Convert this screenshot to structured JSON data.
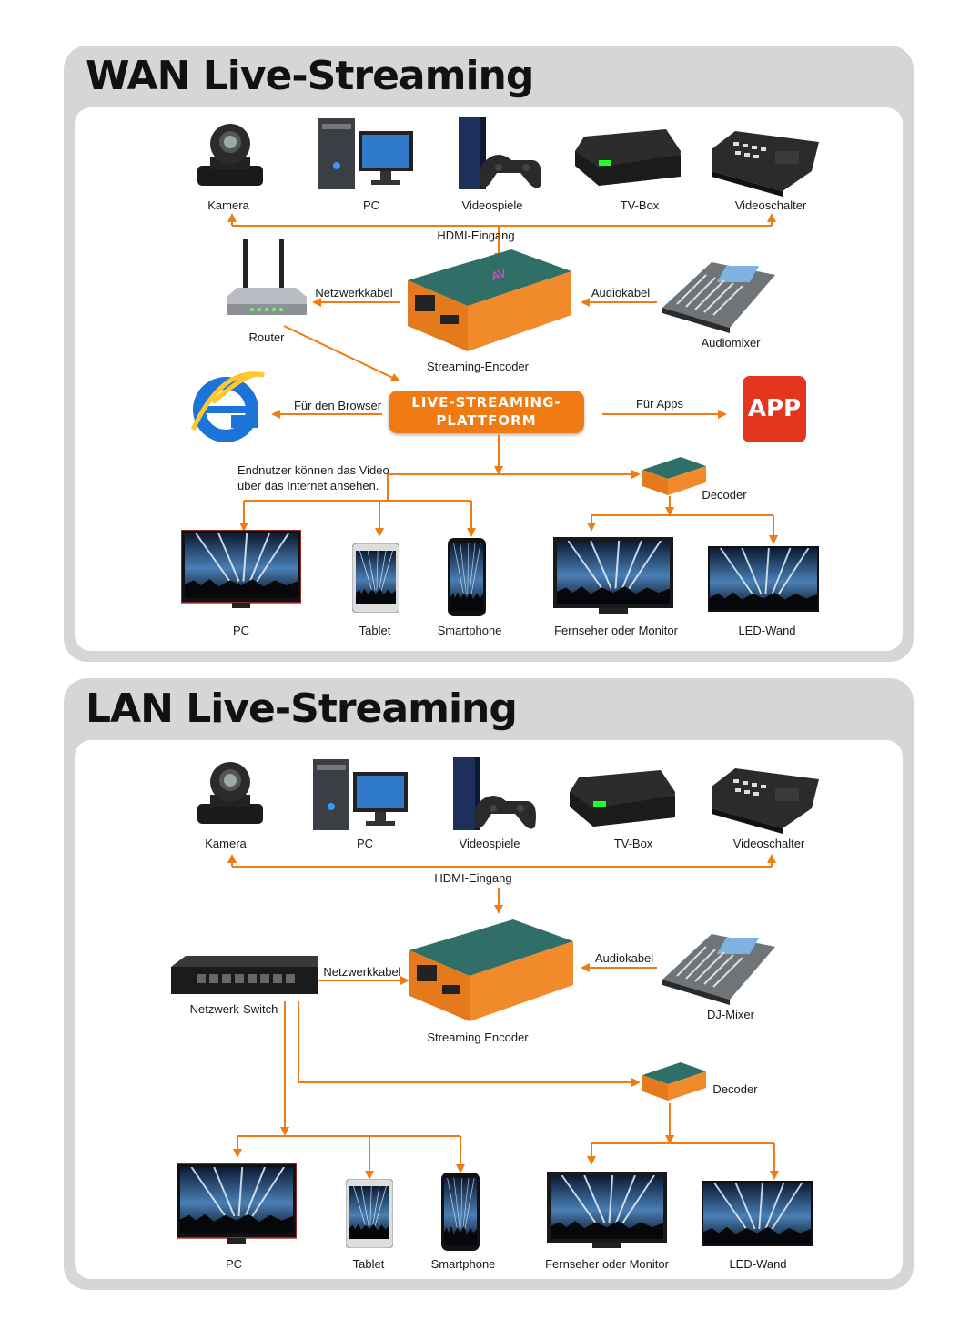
{
  "wan": {
    "title": "WAN Live-Streaming",
    "sources": [
      "Kamera",
      "PC",
      "Videospiele",
      "TV-Box",
      "Videoschalter"
    ],
    "hdmi": "HDMI-Eingang",
    "network_cable": "Netzwerkkabel",
    "router": "Router",
    "audio_cable": "Audiokabel",
    "audio_device": "Audiomixer",
    "encoder": "Streaming-Encoder",
    "browser_label": "Für den Browser",
    "platform_line1": "LIVE-STREAMING-",
    "platform_line2": "PLATTFORM",
    "apps_label": "Für Apps",
    "app_badge": "APP",
    "note_line1": "Endnutzer können das Video",
    "note_line2": "über das Internet ansehen.",
    "decoder": "Decoder",
    "outputs": [
      "PC",
      "Tablet",
      "Smartphone",
      "Fernseher oder Monitor",
      "LED-Wand"
    ]
  },
  "lan": {
    "title": "LAN Live-Streaming",
    "sources": [
      "Kamera",
      "PC",
      "Videospiele",
      "TV-Box",
      "Videoschalter"
    ],
    "hdmi": "HDMI-Eingang",
    "network_cable": "Netzwerkkabel",
    "switch": "Netzwerk-Switch",
    "audio_cable": "Audiokabel",
    "audio_device": "DJ-Mixer",
    "encoder": "Streaming Encoder",
    "decoder": "Decoder",
    "outputs": [
      "PC",
      "Tablet",
      "Smartphone",
      "Fernseher oder Monitor",
      "LED-Wand"
    ]
  },
  "colors": {
    "accent": "#f07b12",
    "app": "#e4351f",
    "panel": "#d6d6d8"
  },
  "icons": [
    "camera-icon",
    "pc-icon",
    "game-console-icon",
    "tv-box-icon",
    "video-switcher-icon",
    "router-icon",
    "audio-mixer-icon",
    "encoder-icon",
    "browser-icon",
    "decoder-icon",
    "monitor-icon",
    "tablet-icon",
    "smartphone-icon",
    "tv-icon",
    "led-wall-icon",
    "network-switch-icon"
  ]
}
